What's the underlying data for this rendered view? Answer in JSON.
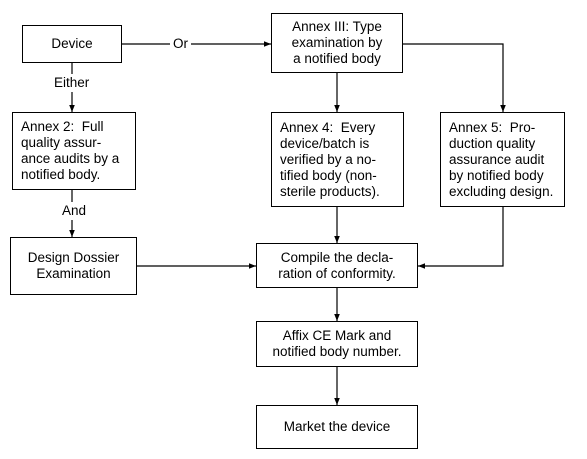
{
  "nodes": {
    "device": "Device",
    "annex3": "Annex III: Type\nexamination by\na notified body",
    "annex2": "Annex 2:  Full\nquality assur-\nance audits by a\nnotified body.",
    "annex4": "Annex 4:  Every\ndevice/batch is\nverified by a no-\ntified body (non-\nsterile products).",
    "annex5": "Annex 5:  Pro-\nduction quality\nassurance audit\nby notified body\nexcluding design.",
    "design": "Design Dossier\nExamination",
    "compile": "Compile the decla-\nration of conformity.",
    "affix": "Affix CE Mark and\nnotified body number.",
    "market": "Market the device"
  },
  "labels": {
    "or": "Or",
    "either": "Either",
    "and": "And"
  }
}
